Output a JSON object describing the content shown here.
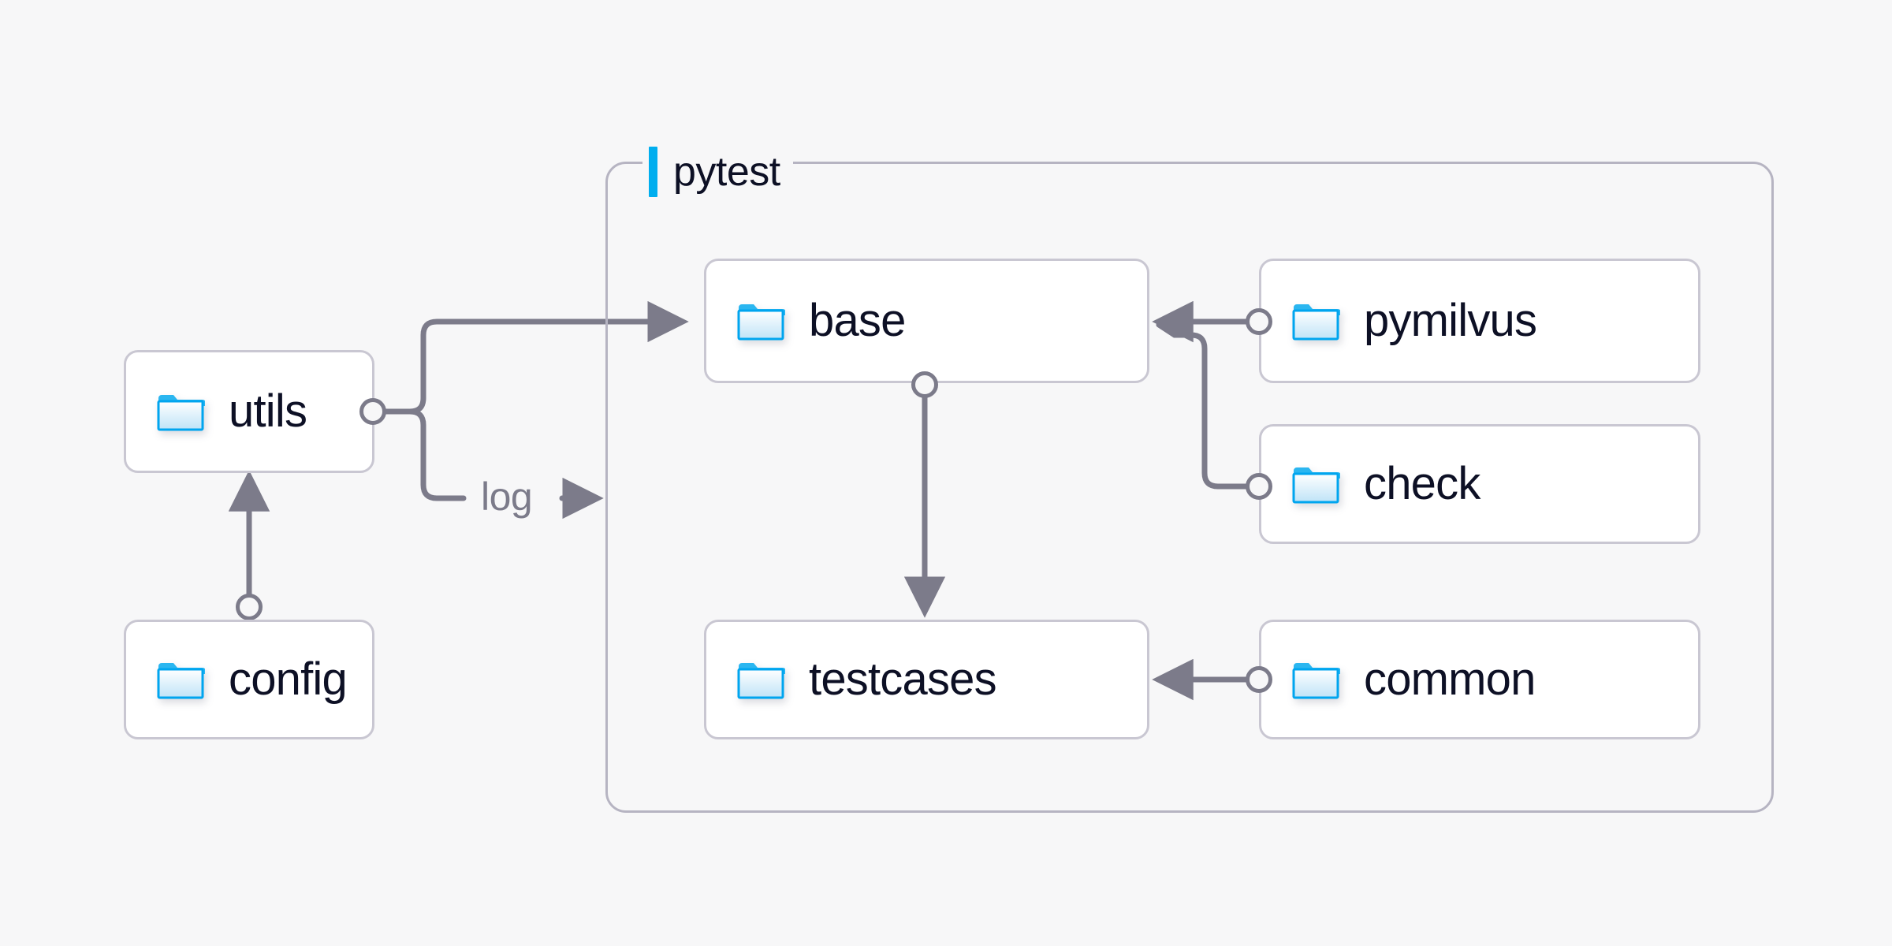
{
  "canvas": {
    "background": "#f7f7f8",
    "edge_color": "#7c7b8a",
    "node_border_color": "#c9c7d2",
    "node_fill": "#ffffff",
    "group_border_color": "#b6b4c2",
    "accent_color": "#00aeef",
    "text_color": "#0d1025"
  },
  "group": {
    "title": "pytest",
    "accent_name": "accent-bar"
  },
  "nodes": [
    {
      "id": "utils",
      "label": "utils",
      "icon": "folder-icon"
    },
    {
      "id": "config",
      "label": "config",
      "icon": "folder-icon"
    },
    {
      "id": "base",
      "label": "base",
      "icon": "folder-icon"
    },
    {
      "id": "testcases",
      "label": "testcases",
      "icon": "folder-icon"
    },
    {
      "id": "pymilvus",
      "label": "pymilvus",
      "icon": "folder-icon"
    },
    {
      "id": "check",
      "label": "check",
      "icon": "folder-icon"
    },
    {
      "id": "common",
      "label": "common",
      "icon": "folder-icon"
    }
  ],
  "edges": [
    {
      "id": "utils-base",
      "from": "utils",
      "to": "base",
      "label": ""
    },
    {
      "id": "utils-log",
      "from": "utils",
      "to": "pytest",
      "label": "log"
    },
    {
      "id": "config-utils",
      "from": "config",
      "to": "utils",
      "label": ""
    },
    {
      "id": "base-testcases",
      "from": "base",
      "to": "testcases",
      "label": ""
    },
    {
      "id": "pymilvus-base",
      "from": "pymilvus",
      "to": "base",
      "label": ""
    },
    {
      "id": "check-base",
      "from": "check",
      "to": "base",
      "label": ""
    },
    {
      "id": "common-testcases",
      "from": "common",
      "to": "testcases",
      "label": ""
    }
  ]
}
